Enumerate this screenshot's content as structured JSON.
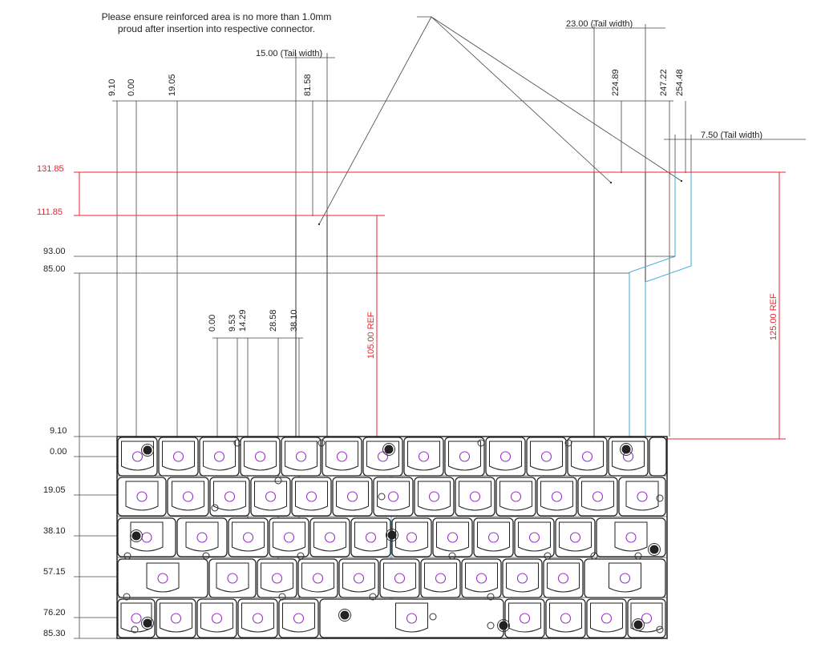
{
  "note": {
    "line1": "Please ensure reinforced area is no more than 1.0mm",
    "line2": "proud after insertion into respective connector."
  },
  "top_dims": {
    "left_group": [
      "9.10",
      "0.00",
      "19.05"
    ],
    "tail1_width": "15.00 (Tail width)",
    "tail1_pos": "81.58",
    "tail2_width": "23.00 (Tail width)",
    "right_group": [
      "224.89",
      "247.22",
      "254.48"
    ],
    "tail3_width": "7.50 (Tail width)",
    "mid_group": [
      "0.00",
      "9.53",
      "14.29",
      "28.58",
      "38.10"
    ]
  },
  "side_dims": {
    "red_top": [
      "131.85",
      "111.85"
    ],
    "black_top": [
      "93.00",
      "85.00"
    ],
    "rows": [
      "9.10",
      "0.00",
      "19.05",
      "38.10",
      "57.15",
      "76.20",
      "85.30"
    ]
  },
  "ref_dims": {
    "ref105": "105.00 REF",
    "ref125": "125.00 REF"
  },
  "colors": {
    "dimension_red": "#e8262f",
    "trace_cyan": "#4fb3d9",
    "key_center_purple": "#9b30c9",
    "outline": "#222222"
  }
}
